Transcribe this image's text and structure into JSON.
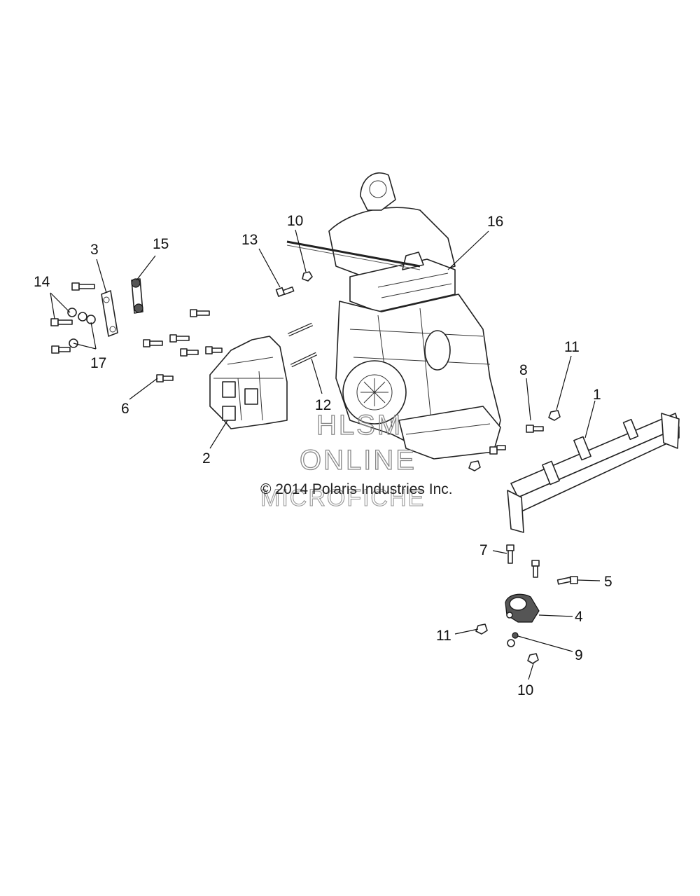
{
  "diagram": {
    "callouts": [
      "1",
      "2",
      "3",
      "4",
      "5",
      "6",
      "7",
      "8",
      "9",
      "10",
      "10",
      "11",
      "11",
      "12",
      "13",
      "14",
      "15",
      "16",
      "17"
    ],
    "watermark": {
      "line1": "HLSM",
      "line2": "ONLINE",
      "line3": "MICROFICHE"
    },
    "copyright": "© 2014 Polaris Industries Inc."
  }
}
